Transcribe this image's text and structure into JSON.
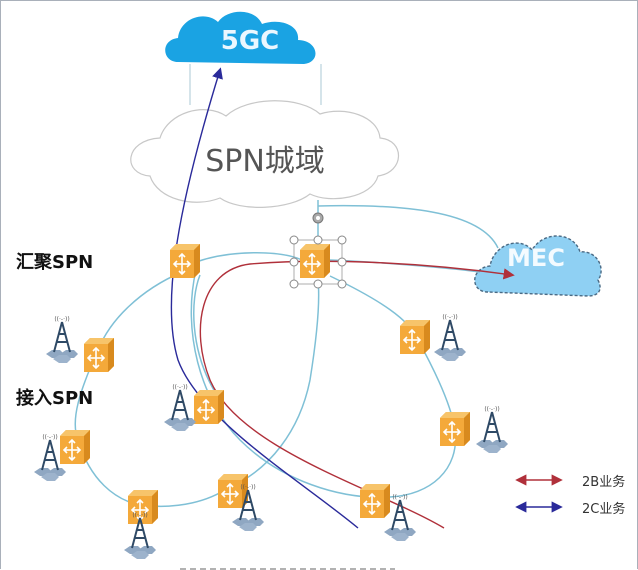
{
  "diagram": {
    "clouds": {
      "core": {
        "label": "5GC",
        "color": "#1aa3e3"
      },
      "metro": {
        "label": "SPN城域",
        "color": "#ffffff"
      },
      "edge": {
        "label": "MEC",
        "color": "#8fd0f3"
      }
    },
    "layers": {
      "aggregation": "汇聚SPN",
      "access": "接入SPN"
    },
    "legend": [
      {
        "label": "2B业务",
        "color": "#b0303a"
      },
      {
        "label": "2C业务",
        "color": "#2a2a9a"
      }
    ],
    "colors": {
      "ring": "#7fc0d6",
      "node": "#f2a531",
      "tower": "#2f4a66",
      "hex": "#8fa7c2"
    },
    "icons": {
      "node": "spn-router-icon",
      "base_station": "base-station-icon"
    }
  }
}
